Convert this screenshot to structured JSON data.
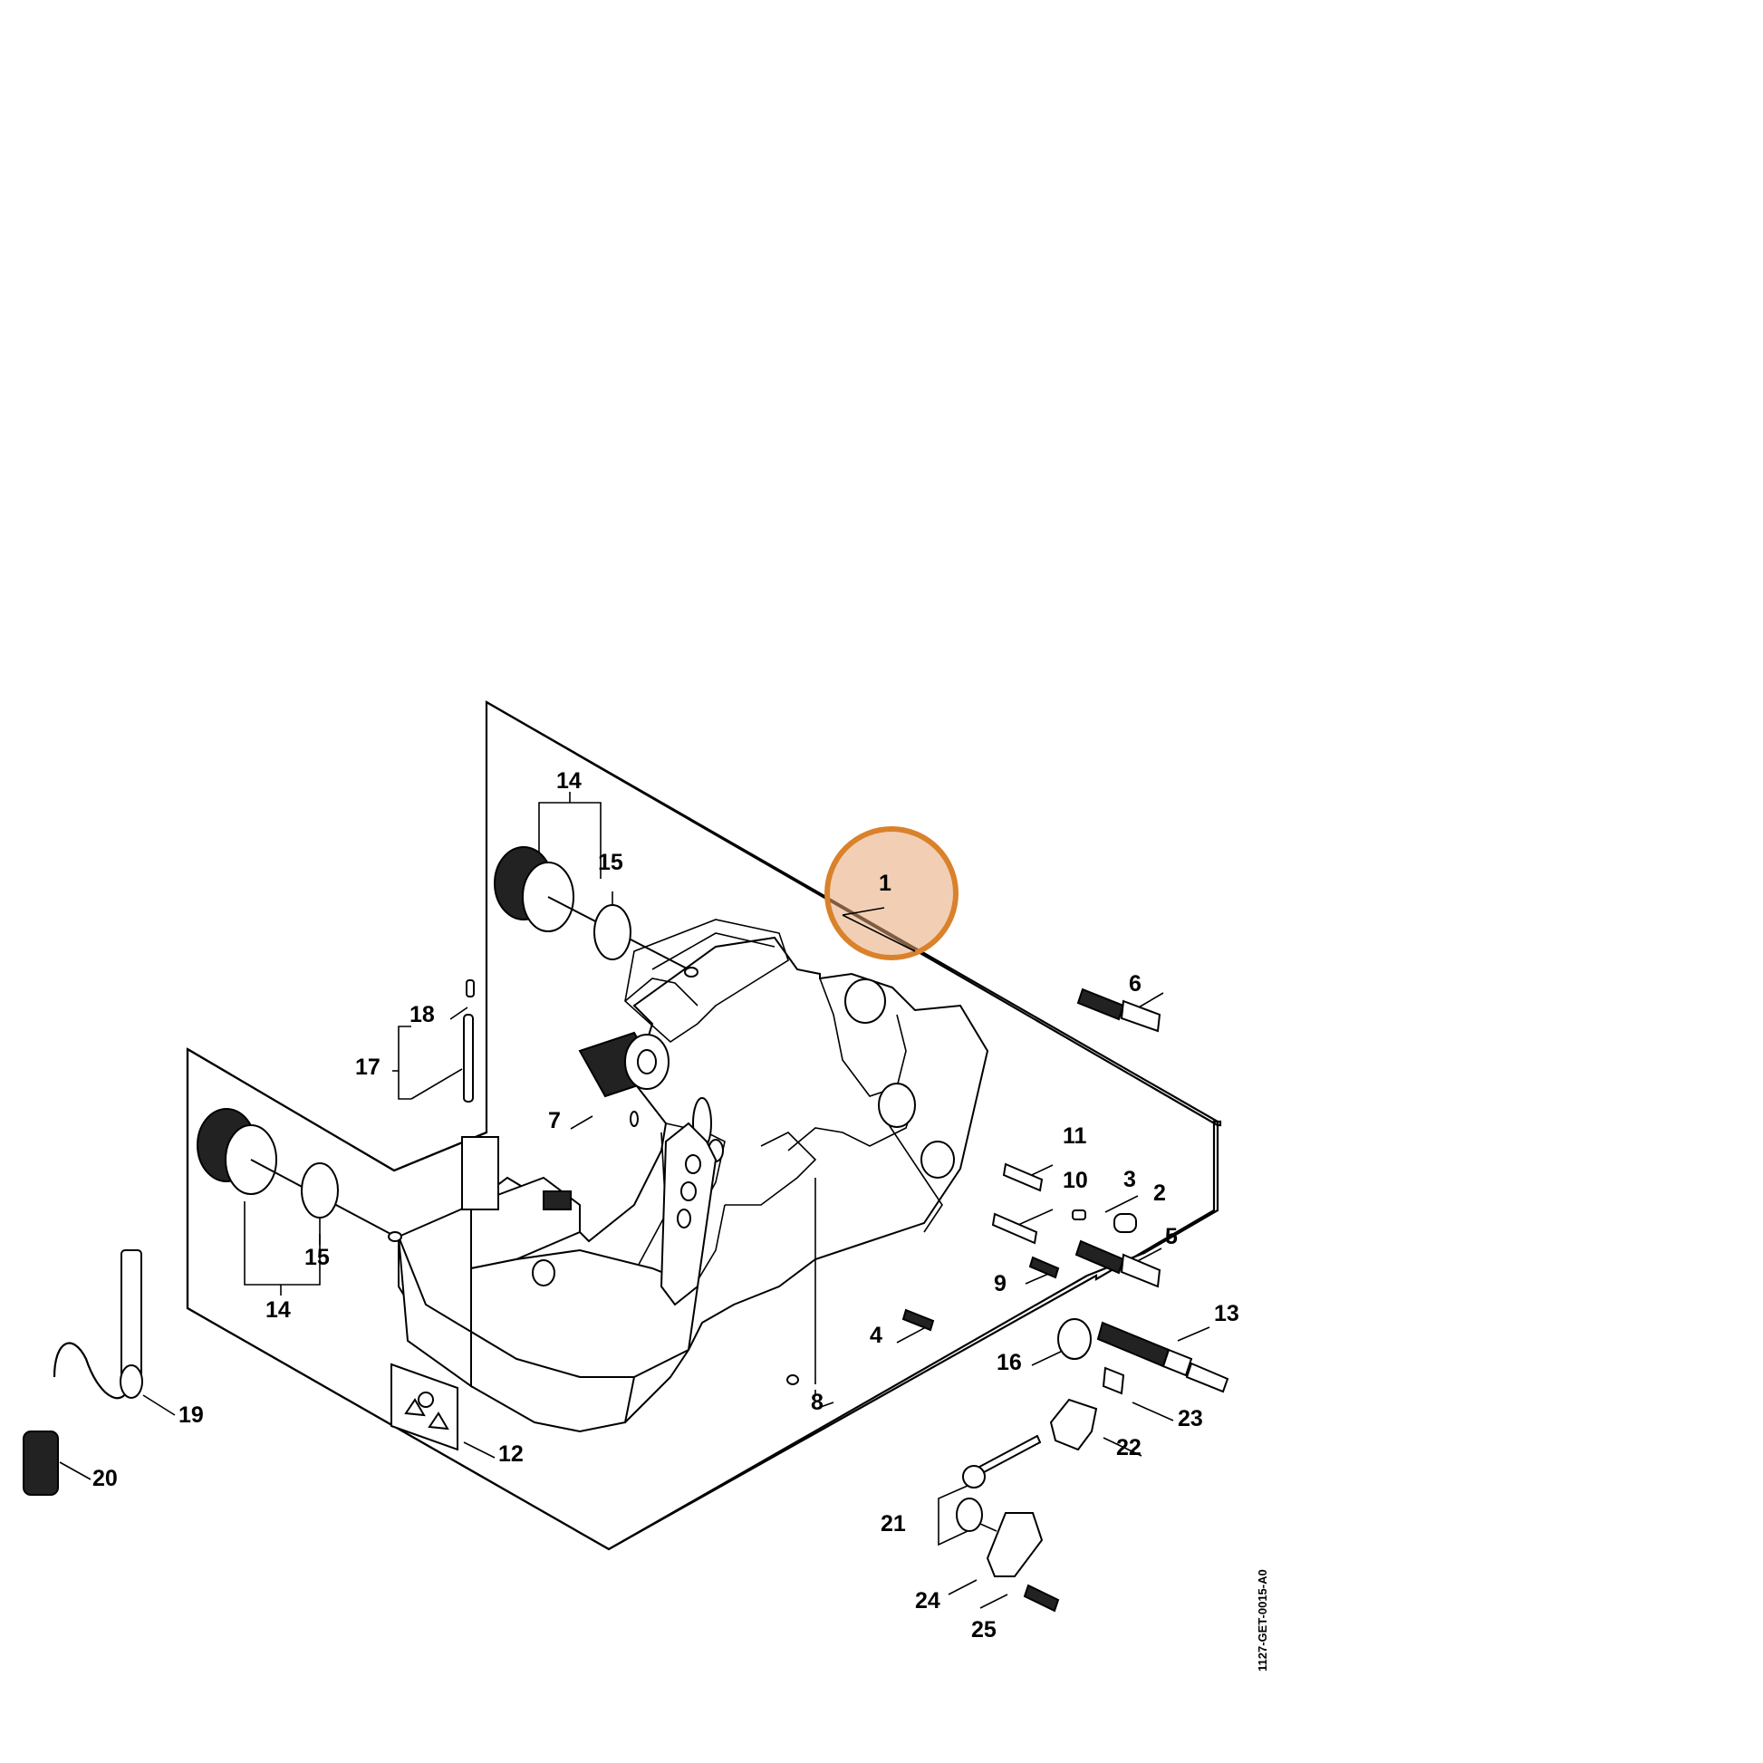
{
  "labels": {
    "p1": "1",
    "p2": "2",
    "p3": "3",
    "p4": "4",
    "p5": "5",
    "p6": "6",
    "p7": "7",
    "p8": "8",
    "p9": "9",
    "p10": "10",
    "p11": "11",
    "p12": "12",
    "p13": "13",
    "p14a": "14",
    "p14b": "14",
    "p15a": "15",
    "p15b": "15",
    "p16": "16",
    "p17": "17",
    "p18": "18",
    "p19": "19",
    "p20": "20",
    "p21": "21",
    "p22": "22",
    "p23": "23",
    "p24": "24",
    "p25": "25"
  },
  "drawing_code": "1127-GET-0015-A0",
  "highlight": {
    "part": "1",
    "color": "#d9822b",
    "fill": "#e8a877"
  }
}
